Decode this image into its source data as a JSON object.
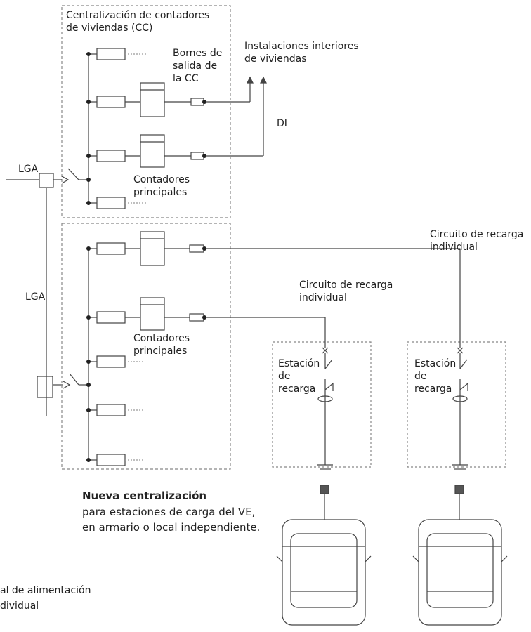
{
  "labels": {
    "cc_title": "Centralización de contadores\nde viviendas (CC)",
    "bornes": "Bornes de\nsalida de\nla CC",
    "instalaciones": "Instalaciones interiores\nde viviendas",
    "di": "DI",
    "lga_top": "LGA",
    "contadores_top": "Contadores\nprincipales",
    "circuito_right": "Circuito de recarga\nindividual",
    "lga_mid": "LGA",
    "circuito_mid": "Circuito de recarga\nindividual",
    "contadores_bottom": "Contadores\nprincipales",
    "estacion_1": "Estación\nde\nrecarga",
    "estacion_2": "Estación\nde\nrecarga",
    "nueva_title": "Nueva centralización",
    "nueva_desc": "para estaciones de carga del VE,\nen armario o local independiente.",
    "footnote": "al de alimentación\ndividual"
  }
}
